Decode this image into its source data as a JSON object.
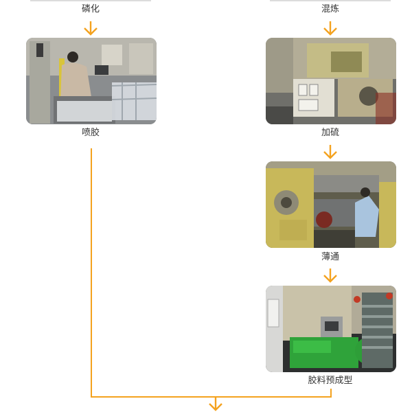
{
  "colors": {
    "accent": "#f4a21e"
  },
  "left": {
    "step1": "磷化",
    "step2": "喷胶"
  },
  "right": {
    "step1": "混炼",
    "step2": "加硫",
    "step3": "薄通",
    "step4": "胶料预成型"
  }
}
